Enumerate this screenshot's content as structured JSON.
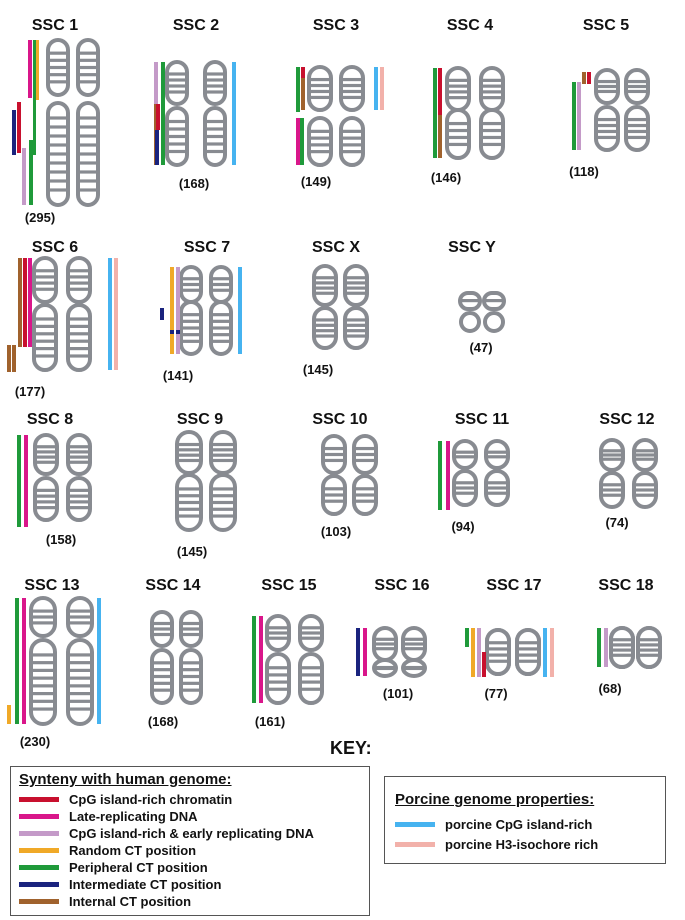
{
  "colors": {
    "red": "#c8102e",
    "magenta": "#d9168a",
    "pink": "#c49ac8",
    "orange": "#f0a928",
    "green": "#1f9a3a",
    "navy": "#1a237e",
    "brown": "#a0622d",
    "blue": "#46b3f0",
    "salmon": "#f2b1aa",
    "chrom": "#888b91"
  },
  "chromosomes": [
    {
      "label": "SSC 1",
      "count": "(295)"
    },
    {
      "label": "SSC 2",
      "count": "(168)"
    },
    {
      "label": "SSC 3",
      "count": "(149)"
    },
    {
      "label": "SSC 4",
      "count": "(146)"
    },
    {
      "label": "SSC 5",
      "count": "(118)"
    },
    {
      "label": "SSC 6",
      "count": "(177)"
    },
    {
      "label": "SSC 7",
      "count": "(141)"
    },
    {
      "label": "SSC X",
      "count": "(145)"
    },
    {
      "label": "SSC Y",
      "count": "(47)"
    },
    {
      "label": "SSC 8",
      "count": "(158)"
    },
    {
      "label": "SSC 9",
      "count": "(145)"
    },
    {
      "label": "SSC 10",
      "count": "(103)"
    },
    {
      "label": "SSC 11",
      "count": "(94)"
    },
    {
      "label": "SSC 12",
      "count": "(74)"
    },
    {
      "label": "SSC 13",
      "count": "(230)"
    },
    {
      "label": "SSC 14",
      "count": "(168)"
    },
    {
      "label": "SSC 15",
      "count": "(161)"
    },
    {
      "label": "SSC 16",
      "count": "(101)"
    },
    {
      "label": "SSC 17",
      "count": "(77)"
    },
    {
      "label": "SSC 18",
      "count": "(68)"
    }
  ],
  "key": {
    "heading": "KEY:",
    "synteny_title": "Synteny with human genome:",
    "synteny_items": [
      {
        "label": "CpG island-rich chromatin",
        "color": "red"
      },
      {
        "label": "Late-replicating DNA",
        "color": "magenta"
      },
      {
        "label": "CpG island-rich & early replicating DNA",
        "color": "pink"
      },
      {
        "label": "Random CT position",
        "color": "orange"
      },
      {
        "label": "Peripheral CT position",
        "color": "green"
      },
      {
        "label": "Intermediate CT position",
        "color": "navy"
      },
      {
        "label": "Internal CT position",
        "color": "brown"
      }
    ],
    "porcine_title": "Porcine genome properties:",
    "porcine_items": [
      {
        "label": "porcine CpG island-rich",
        "color": "blue"
      },
      {
        "label": "porcine H3-isochore rich",
        "color": "salmon"
      }
    ]
  }
}
